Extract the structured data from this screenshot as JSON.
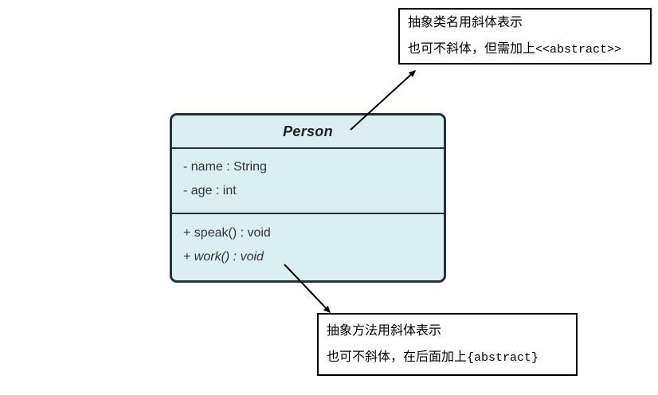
{
  "class_box": {
    "title": "Person",
    "attributes": [
      "- name : String",
      "- age : int"
    ],
    "methods": [
      "+ speak() : void",
      "+ work() : void"
    ],
    "abstract_method": "+ work() : void",
    "fill_color": "#daeff2",
    "border_color": "#24303c"
  },
  "annotations": {
    "top": {
      "line1": "抽象类名用斜体表示",
      "line2_prefix": "也可不斜体，但需加上",
      "line2_code": "<<abstract>>"
    },
    "bottom": {
      "line1": "抽象方法用斜体表示",
      "line2_prefix": "也可不斜体，在后面加上",
      "line2_code": "{abstract}"
    }
  },
  "arrows": {
    "color": "#000000",
    "count": 2
  }
}
